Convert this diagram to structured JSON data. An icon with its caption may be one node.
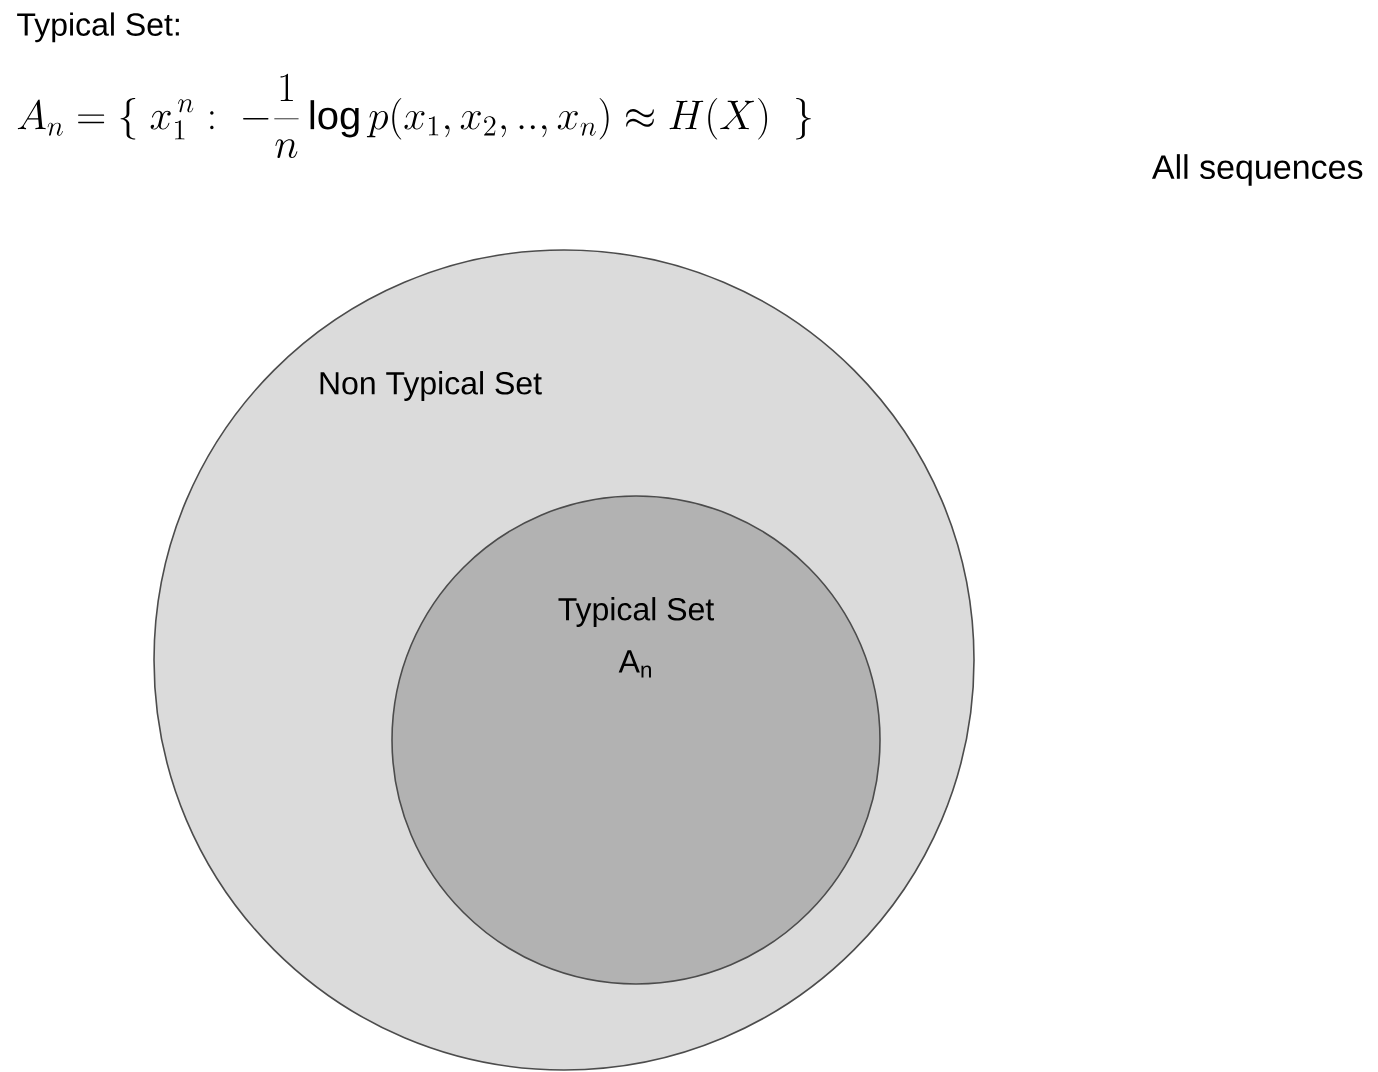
{
  "diagram": {
    "title": "Typical Set:",
    "nodes": [
      {
        "text": [
          "Non Typical Set"
        ]
      },
      {
        "text": [
          "Typical Set",
          "A$_{n}$"
        ],
        "in": 0
      }
    ],
    "labels": [
      "A_n = \\{\\ x_1^{\\,n}:\\ -\\frac{1}{n}\\log p(x_1, x_2,..,x_n)\\approx H(X)\\ \\ \\}",
      "All sequences"
    ]
  }
}
